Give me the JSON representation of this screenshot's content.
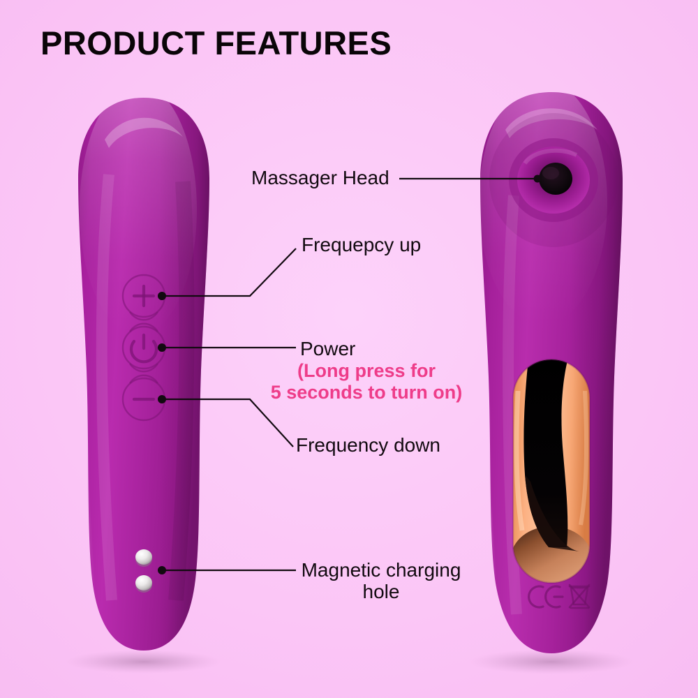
{
  "page": {
    "title": "PRODUCT FEATURES",
    "background_color": "#fbc5f6",
    "text_color": "#120a10",
    "accent_pink": "#ee3c89",
    "device_color": "#a9239f"
  },
  "callouts": [
    {
      "id": "massager-head",
      "label": "Massager Head"
    },
    {
      "id": "frequency-up",
      "label": "Frequepcy up"
    },
    {
      "id": "power",
      "label": "Power"
    },
    {
      "id": "frequency-down",
      "label": "Frequency down"
    },
    {
      "id": "charging-hole",
      "label": "Magnetic charging hole"
    }
  ],
  "power_note": {
    "line1": "(Long press for",
    "line2": "5 seconds to turn on)"
  },
  "devices": {
    "front": {
      "name": "front-view",
      "controls": [
        {
          "id": "frequency-up-button",
          "icon": "plus-icon"
        },
        {
          "id": "power-button",
          "icon": "power-icon"
        },
        {
          "id": "frequency-down-button",
          "icon": "minus-icon"
        }
      ],
      "charging_pins": 2
    },
    "back": {
      "name": "back-view",
      "massager_head": "suction-opening",
      "certification_marks": [
        "ce-mark",
        "weee-bin-icon"
      ]
    }
  }
}
